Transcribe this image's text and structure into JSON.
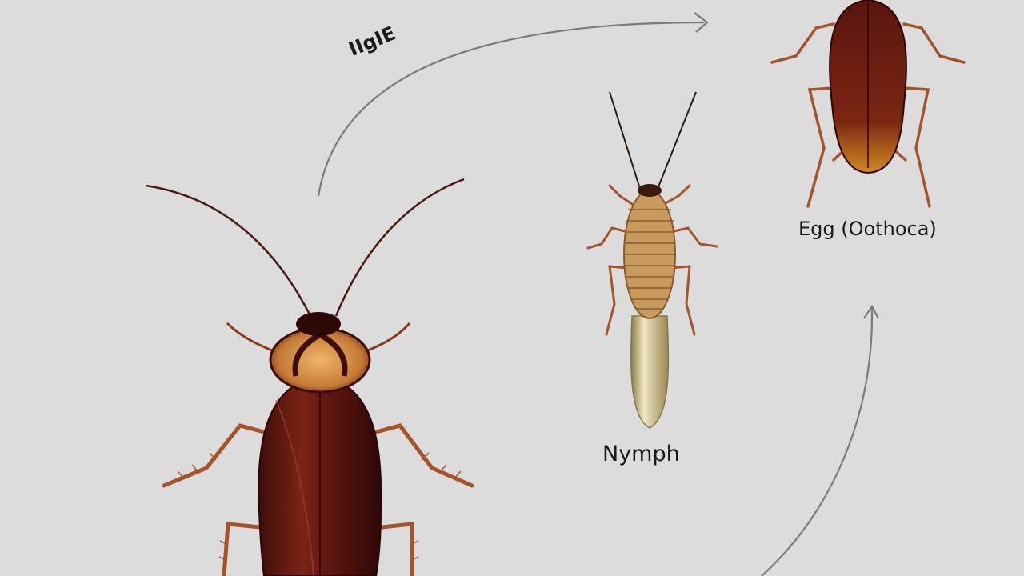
{
  "labels": {
    "adult_curved": "IIgIE",
    "nymph": "Nymph",
    "egg": "Egg (Oothoca)"
  },
  "colors": {
    "background": "#dcdcdc",
    "arrow": "#7a7a7a",
    "body_dark": "#4a0f0d",
    "body_mid": "#6e1c14",
    "leg": "#a5542a",
    "nymph_body": "#c99a5e",
    "egg_case": "#cbbf8f"
  },
  "icons": [
    "adult-cockroach-icon",
    "nymph-icon",
    "egg-case-icon",
    "small-cockroach-icon"
  ]
}
